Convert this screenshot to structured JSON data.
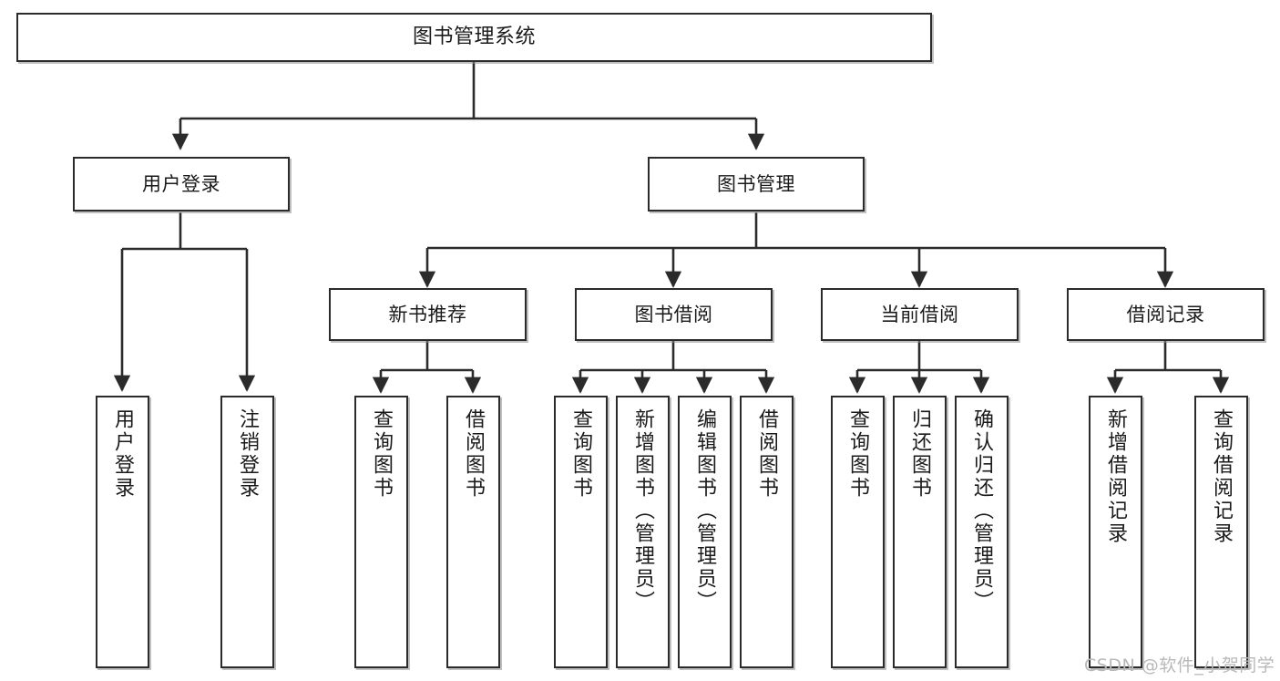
{
  "diagram": {
    "title": "图书管理系统",
    "type": "tree-hierarchy-chart",
    "watermark": "CSDN @软件_小贺同学",
    "colors": {
      "box_border": "#2b2b2b",
      "box_fill": "#ffffff",
      "edge": "#2b2b2b",
      "text": "#1a1a1a",
      "watermark": "#b9b9b9",
      "background": "#ffffff"
    },
    "nodes": {
      "root": {
        "label": "图书管理系统"
      },
      "level2": [
        {
          "id": "user-login",
          "label": "用户登录"
        },
        {
          "id": "book-management",
          "label": "图书管理"
        }
      ],
      "level3": [
        {
          "id": "new-book-recommend",
          "label": "新书推荐"
        },
        {
          "id": "book-borrow",
          "label": "图书借阅"
        },
        {
          "id": "current-borrow",
          "label": "当前借阅"
        },
        {
          "id": "borrow-record",
          "label": "借阅记录"
        }
      ],
      "leaves": {
        "user-login": [
          {
            "id": "leaf-user-login",
            "label": "用户登录"
          },
          {
            "id": "leaf-logout-login",
            "label": "注销登录"
          }
        ],
        "new-book-recommend": [
          {
            "id": "leaf-query-book-1",
            "label": "查询图书"
          },
          {
            "id": "leaf-borrow-book-1",
            "label": "借阅图书"
          }
        ],
        "book-borrow": [
          {
            "id": "leaf-query-book-2",
            "label": "查询图书"
          },
          {
            "id": "leaf-add-book",
            "label": "新增图书（管理员）"
          },
          {
            "id": "leaf-edit-book",
            "label": "编辑图书（管理员）"
          },
          {
            "id": "leaf-borrow-book-2",
            "label": "借阅图书"
          }
        ],
        "current-borrow": [
          {
            "id": "leaf-query-book-3",
            "label": "查询图书"
          },
          {
            "id": "leaf-return-book",
            "label": "归还图书"
          },
          {
            "id": "leaf-confirm-return",
            "label": "确认归还（管理员）"
          }
        ],
        "borrow-record": [
          {
            "id": "leaf-add-borrow-record",
            "label": "新增借阅记录"
          },
          {
            "id": "leaf-query-borrow-record",
            "label": "查询借阅记录"
          }
        ]
      }
    }
  }
}
